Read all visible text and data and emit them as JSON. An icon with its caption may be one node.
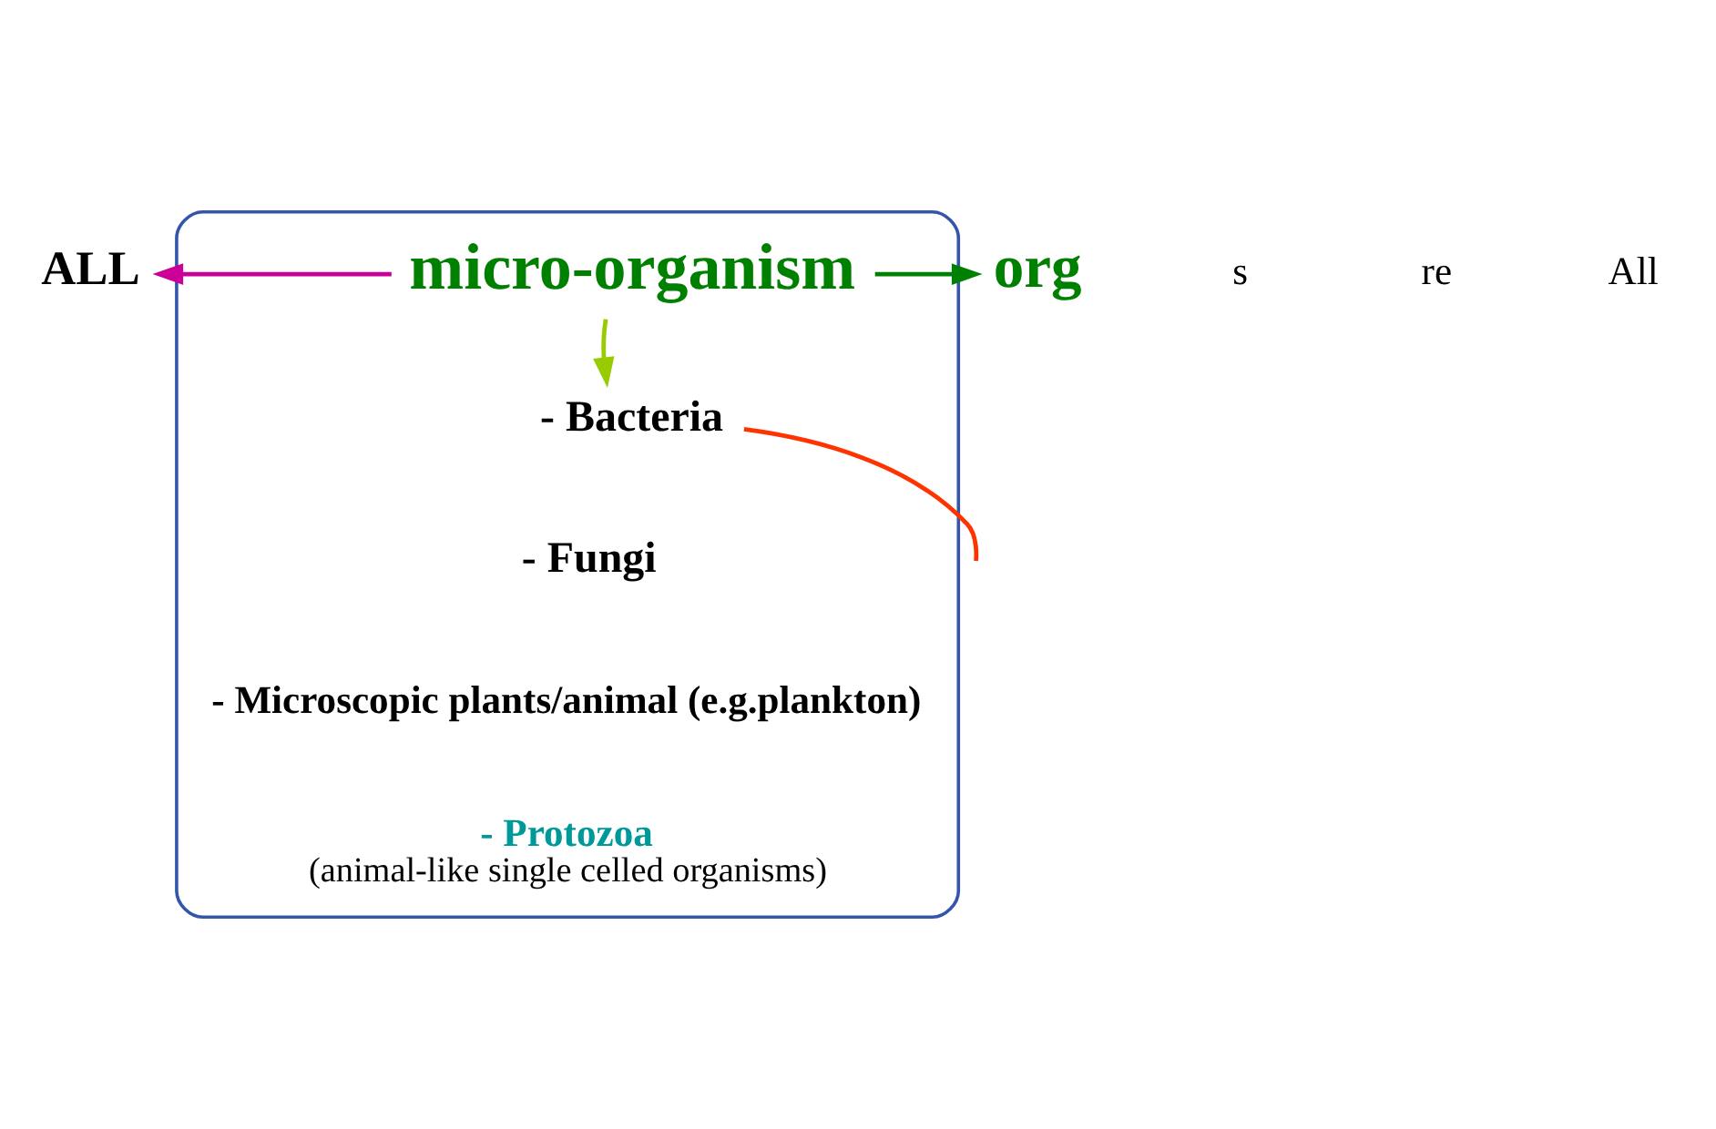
{
  "diagram": {
    "nodes": [
      {
        "text": [
          "ALL"
        ]
      },
      {
        "text": [],
        "shape": "ellipse"
      },
      {
        "text": [
          "micro-organism"
        ],
        "in": 1
      },
      {
        "text": [
          "org"
        ]
      },
      {
        "text": [
          "- Bacteria"
        ],
        "in": 1
      },
      {
        "text": [
          "- Fungi"
        ],
        "in": 1
      },
      {
        "text": [
          "- Microscopic plants/animal (e.g.plankton)"
        ],
        "in": 1
      },
      {
        "text": [
          "- Protozoa",
          "(animal-like single celled organisms)"
        ],
        "in": 1
      }
    ],
    "edges": [
      {
        "from": 2,
        "to": 0,
        "arrow": "to",
        "color": "#cc0099"
      },
      {
        "from": 2,
        "to": 3,
        "arrow": "to",
        "color": "#008000"
      },
      {
        "from": 2,
        "to": 4,
        "arrow": "to",
        "color": "#99cc00"
      },
      {
        "from": 4,
        "to": null,
        "arrow": "none",
        "color": "#ff3300"
      }
    ],
    "labels": [
      "s",
      "re",
      "All"
    ]
  }
}
